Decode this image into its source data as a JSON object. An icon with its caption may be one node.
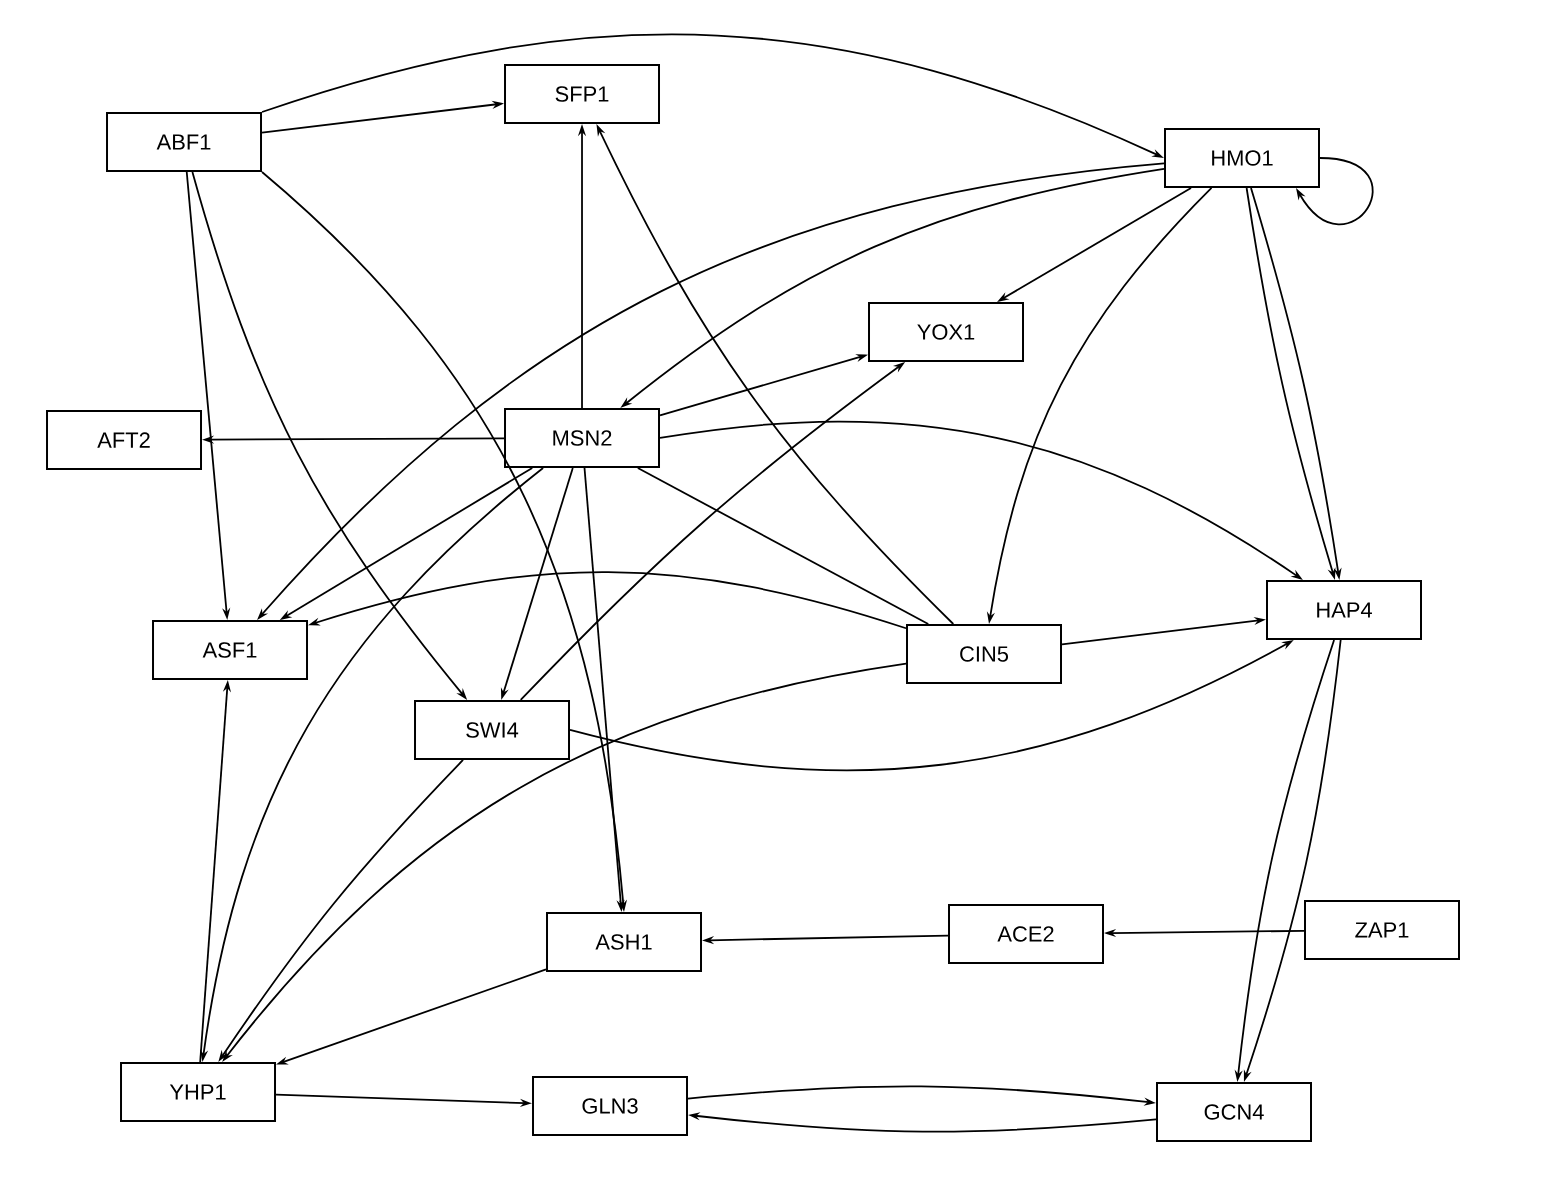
{
  "diagram": {
    "nodes": [
      {
        "text": [
          "ABF1"
        ]
      },
      {
        "text": [
          "SFP1"
        ]
      },
      {
        "text": [
          "HMO1"
        ]
      },
      {
        "text": [
          "YOX1"
        ]
      },
      {
        "text": [
          "AFT2"
        ]
      },
      {
        "text": [
          "MSN2"
        ]
      },
      {
        "text": [
          "ASF1"
        ]
      },
      {
        "text": [
          "CIN5"
        ]
      },
      {
        "text": [
          "HAP4"
        ]
      },
      {
        "text": [
          "SWI4"
        ]
      },
      {
        "text": [
          "ASH1"
        ]
      },
      {
        "text": [
          "ACE2"
        ]
      },
      {
        "text": [
          "ZAP1"
        ]
      },
      {
        "text": [
          "YHP1"
        ]
      },
      {
        "text": [
          "GLN3"
        ]
      },
      {
        "text": [
          "GCN4"
        ]
      }
    ],
    "edges": [
      {
        "from": 0,
        "to": 1,
        "arrow": "to"
      },
      {
        "from": 0,
        "to": 2,
        "arrow": "to"
      },
      {
        "from": 0,
        "to": 6,
        "arrow": "to"
      },
      {
        "from": 0,
        "to": 9,
        "arrow": "to"
      },
      {
        "from": 0,
        "to": 10,
        "arrow": "to"
      },
      {
        "from": 5,
        "to": 1,
        "arrow": "to"
      },
      {
        "from": 5,
        "to": 4,
        "arrow": "to"
      },
      {
        "from": 5,
        "to": 3,
        "arrow": "to"
      },
      {
        "from": 5,
        "to": 8,
        "arrow": "to"
      },
      {
        "from": 5,
        "to": 6,
        "arrow": "to"
      },
      {
        "from": 5,
        "to": 9,
        "arrow": "to"
      },
      {
        "from": 5,
        "to": 10,
        "arrow": "to"
      },
      {
        "from": 5,
        "to": 7,
        "arrow": "none"
      },
      {
        "from": 5,
        "to": 13,
        "arrow": "to"
      },
      {
        "from": 2,
        "to": 2,
        "arrow": "to"
      },
      {
        "from": 2,
        "to": 3,
        "arrow": "to"
      },
      {
        "from": 2,
        "to": 5,
        "arrow": "to"
      },
      {
        "from": 2,
        "to": 6,
        "arrow": "to"
      },
      {
        "from": 2,
        "to": 7,
        "arrow": "to"
      },
      {
        "from": 2,
        "to": 8,
        "arrow": "to"
      },
      {
        "from": 2,
        "to": 8,
        "arrow": "to"
      },
      {
        "from": 7,
        "to": 1,
        "arrow": "to"
      },
      {
        "from": 7,
        "to": 6,
        "arrow": "to"
      },
      {
        "from": 7,
        "to": 8,
        "arrow": "to"
      },
      {
        "from": 7,
        "to": 13,
        "arrow": "to"
      },
      {
        "from": 9,
        "to": 3,
        "arrow": "to"
      },
      {
        "from": 9,
        "to": 8,
        "arrow": "to"
      },
      {
        "from": 9,
        "to": 13,
        "arrow": "to"
      },
      {
        "from": 10,
        "to": 13,
        "arrow": "to"
      },
      {
        "from": 12,
        "to": 11,
        "arrow": "to"
      },
      {
        "from": 11,
        "to": 10,
        "arrow": "to"
      },
      {
        "from": 13,
        "to": 6,
        "arrow": "to"
      },
      {
        "from": 13,
        "to": 14,
        "arrow": "to"
      },
      {
        "from": 14,
        "to": 15,
        "arrow": "to"
      },
      {
        "from": 15,
        "to": 14,
        "arrow": "to"
      },
      {
        "from": 8,
        "to": 15,
        "arrow": "to"
      },
      {
        "from": 8,
        "to": 15,
        "arrow": "to"
      }
    ]
  }
}
